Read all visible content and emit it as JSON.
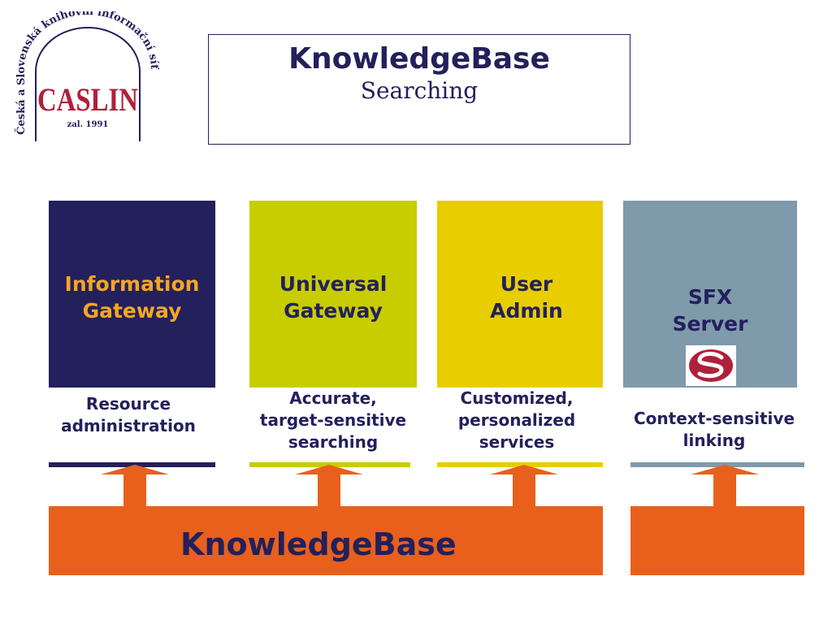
{
  "logo": {
    "arc_text": "Česká a Slovenská knihovní informační síť",
    "name": "CASLIN",
    "founded": "zal. 1991"
  },
  "title": {
    "main": "KnowledgeBase",
    "sub": "Searching"
  },
  "blocks": [
    {
      "label_line1": "Information",
      "label_line2": "Gateway",
      "desc_line1": "Resource",
      "desc_line2": "administration",
      "desc_line3": ""
    },
    {
      "label_line1": "Universal",
      "label_line2": "Gateway",
      "desc_line1": "Accurate,",
      "desc_line2": "target-sensitive",
      "desc_line3": "searching"
    },
    {
      "label_line1": "User",
      "label_line2": "Admin",
      "desc_line1": "Customized,",
      "desc_line2": "personalized",
      "desc_line3": "services"
    },
    {
      "label_line1": "SFX",
      "label_line2": "Server",
      "desc_line1": "Context-sensitive",
      "desc_line2": "linking",
      "desc_line3": ""
    }
  ],
  "base_label": "KnowledgeBase",
  "colors": {
    "navy": "#23205c",
    "lime": "#c8cd00",
    "gold": "#e8cd00",
    "steel": "#7f9aab",
    "orange": "#e8601c",
    "label_orange": "#f5a623",
    "logo_red": "#b0203a"
  }
}
